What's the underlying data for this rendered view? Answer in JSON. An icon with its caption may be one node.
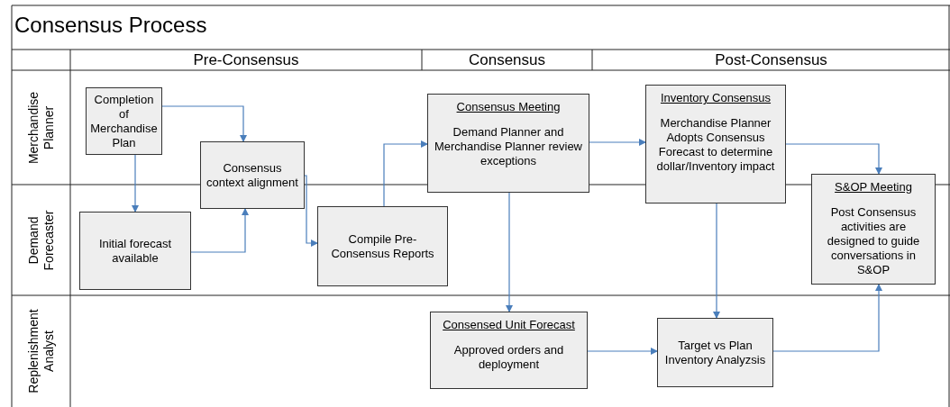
{
  "diagram": {
    "title": "Consensus Process",
    "nodes": [
      {
        "text": [
          "Completion of Merchandise Plan"
        ]
      },
      {
        "text": [
          "Initial forecast available"
        ]
      },
      {
        "text": [
          "Consensus context alignment"
        ]
      },
      {
        "text": [
          "Compile Pre-Consensus Reports"
        ]
      },
      {
        "text": [
          "Consensus Meeting",
          "Demand Planner and Merchandise Planner review exceptions"
        ]
      },
      {
        "text": [
          "Consensed Unit Forecast",
          "Approved orders and deployment"
        ]
      },
      {
        "text": [
          "Inventory Consensus",
          "Merchandise Planner Adopts Consensus Forecast to determine dollar/Inventory impact"
        ]
      },
      {
        "text": [
          "Target vs Plan Inventory Analyzsis"
        ]
      },
      {
        "text": [
          "S&OP Meeting",
          "Post Consensus activities are designed to guide conversations in S&OP"
        ]
      }
    ],
    "edges": [
      {
        "from": 0,
        "to": 1,
        "arrow": "to"
      },
      {
        "from": 0,
        "to": 2,
        "arrow": "to"
      },
      {
        "from": 1,
        "to": 2,
        "arrow": "to"
      },
      {
        "from": 2,
        "to": 3,
        "arrow": "to"
      },
      {
        "from": 3,
        "to": 4,
        "arrow": "to"
      },
      {
        "from": 4,
        "to": 5,
        "arrow": "to"
      },
      {
        "from": 4,
        "to": 6,
        "arrow": "to"
      },
      {
        "from": 6,
        "to": 7,
        "arrow": "to"
      },
      {
        "from": 5,
        "to": 7,
        "arrow": "to"
      },
      {
        "from": 6,
        "to": 8,
        "arrow": "to"
      },
      {
        "from": 7,
        "to": 8,
        "arrow": "to"
      }
    ],
    "labels": [
      "Pre-Consensus",
      "Consensus",
      "Post-Consensus",
      "Merchandise Planner",
      "Demand Forecaster",
      "Replenishment Analyst"
    ]
  }
}
